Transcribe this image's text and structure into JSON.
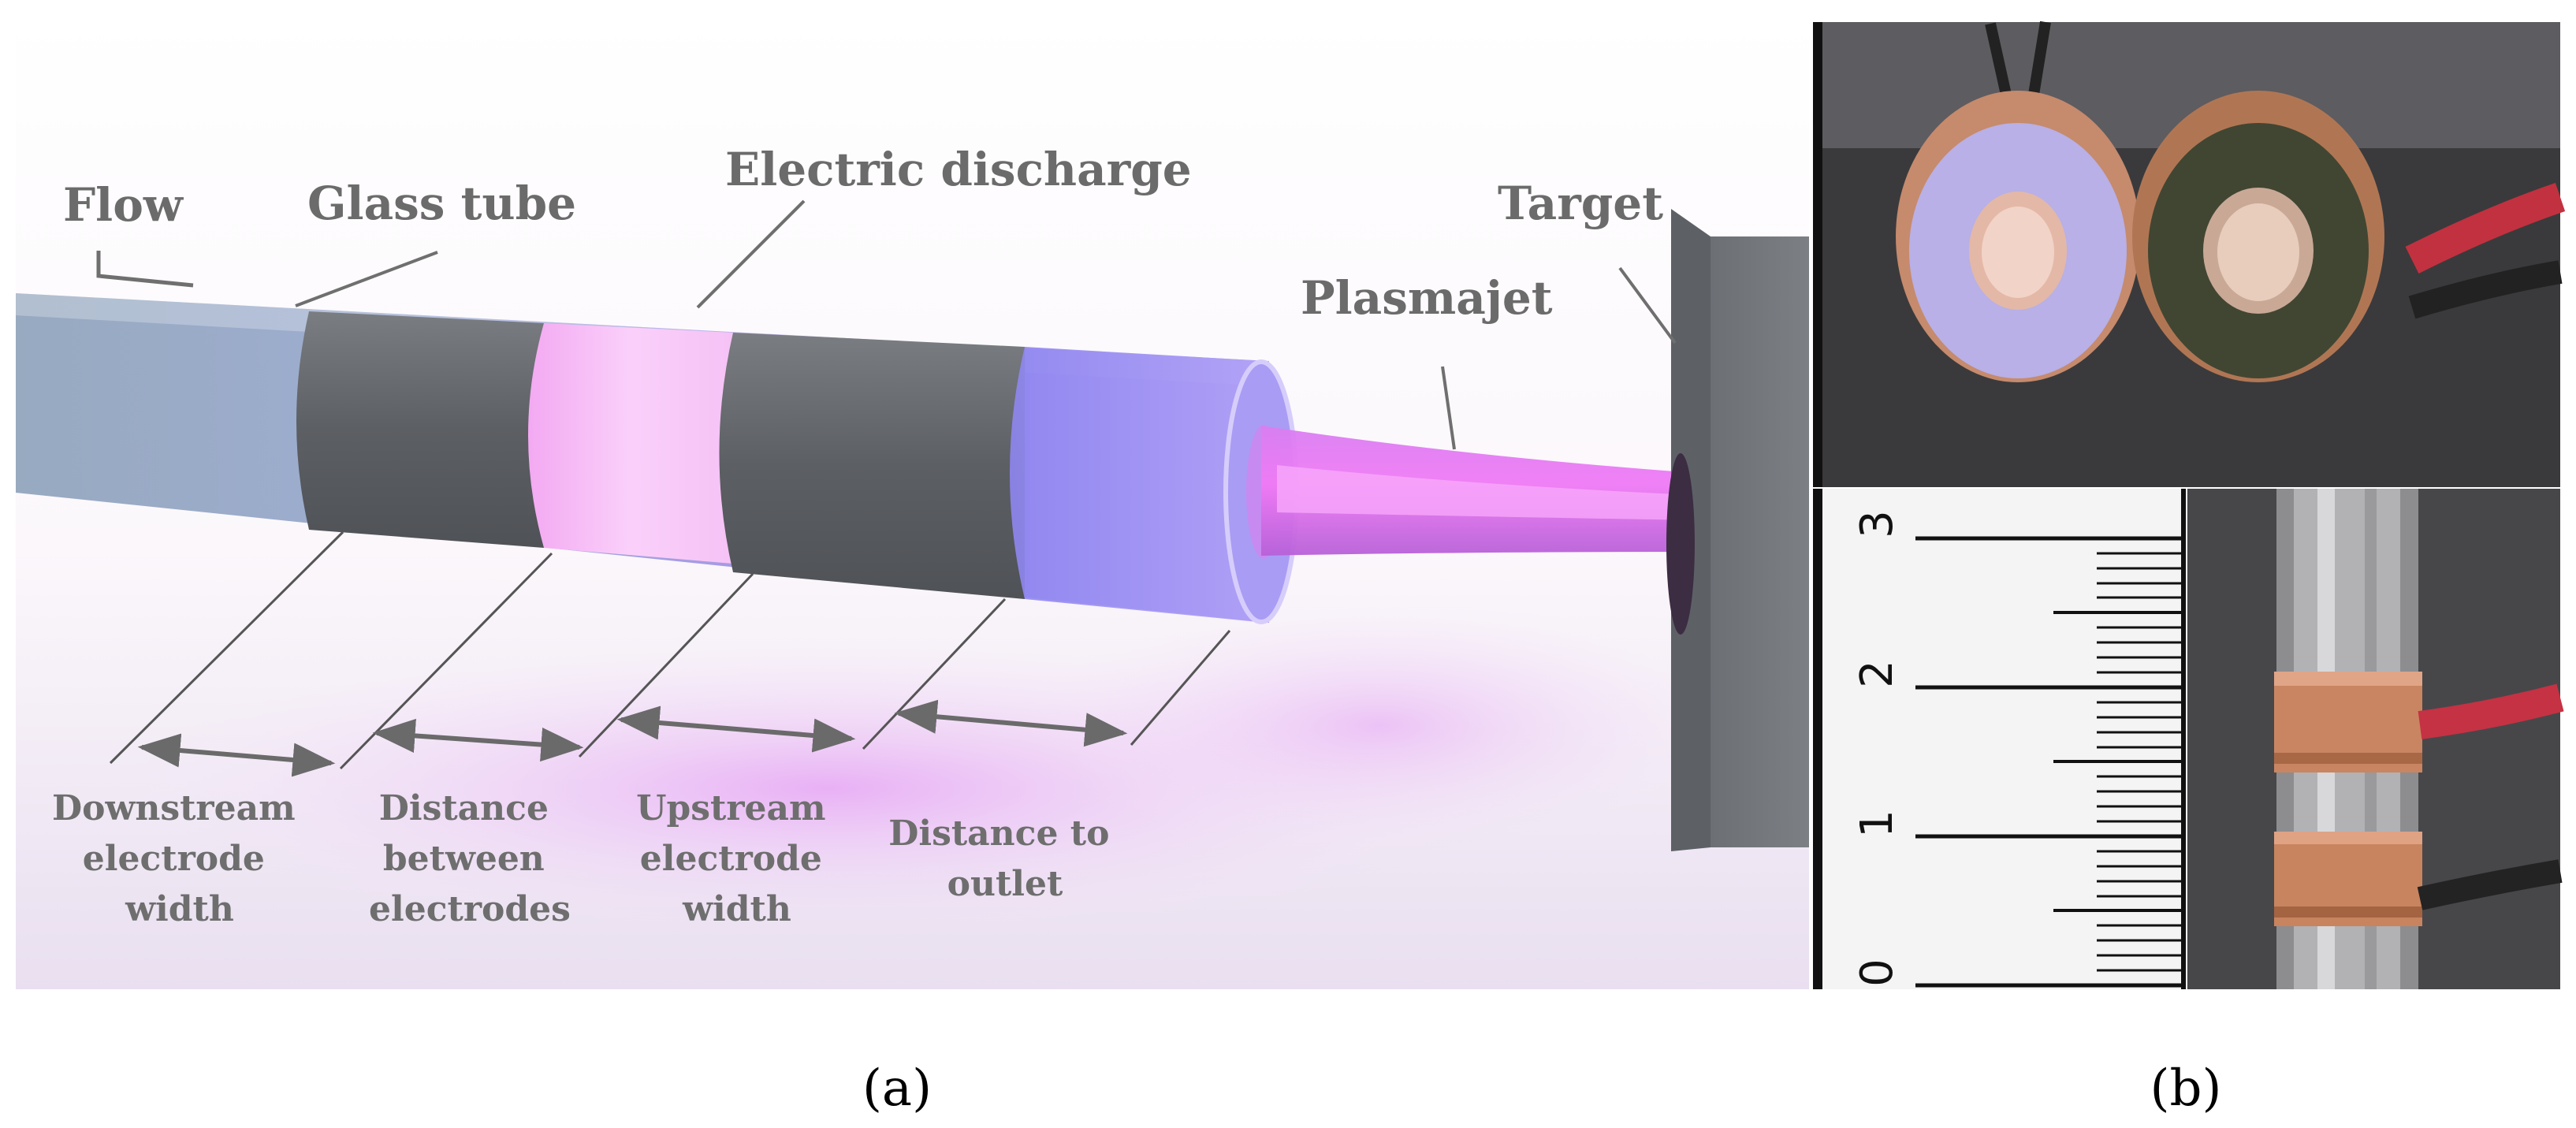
{
  "panel_a": {
    "labels": {
      "flow": "Flow",
      "glass_tube": "Glass tube",
      "electric_discharge": "Electric discharge",
      "target": "Target",
      "plasmajet": "Plasmajet"
    },
    "dimensions": {
      "downstream_electrode_width": [
        "Downstream",
        "electrode",
        "width"
      ],
      "distance_between_electrodes": [
        "Distance",
        "between",
        "electrodes"
      ],
      "upstream_electrode_width": [
        "Upstream",
        "electrode",
        "width"
      ],
      "distance_to_outlet": [
        "Distance to",
        "outlet"
      ]
    },
    "caption": "(a)"
  },
  "panel_b": {
    "ruler_numbers": [
      "3",
      "2",
      "1",
      "0"
    ],
    "caption": "(b)"
  },
  "colors": {
    "label_gray": "#6b6b6b",
    "electrode_gray": "#5f6266",
    "discharge_pink": "#f2b3f2",
    "jet_magenta": "#e05cf0",
    "copper": "#c98562"
  }
}
